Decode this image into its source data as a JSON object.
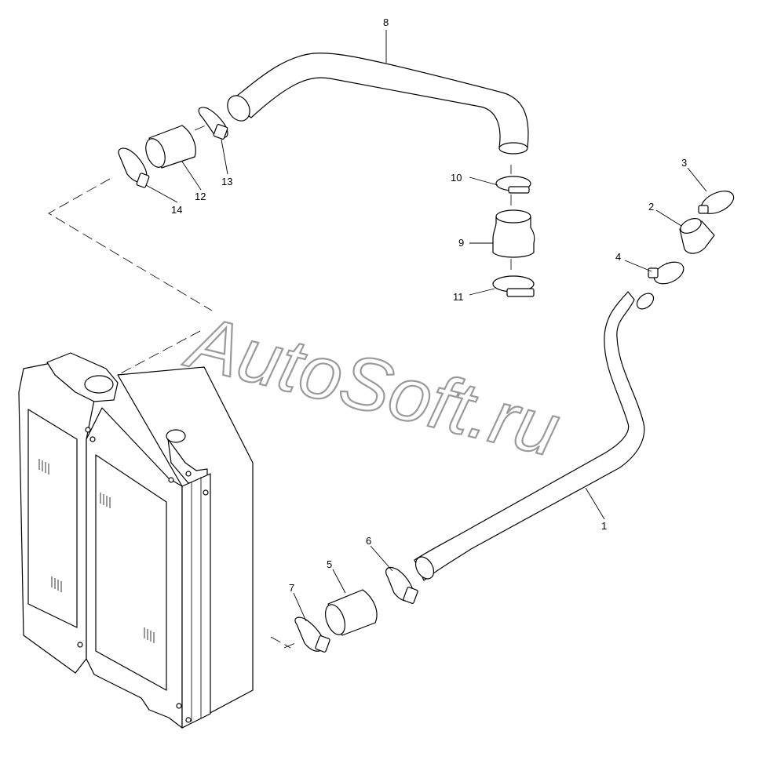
{
  "watermark": "AutoSoft.ru",
  "callouts": [
    {
      "id": "callout-1",
      "text": "1"
    },
    {
      "id": "callout-2",
      "text": "2"
    },
    {
      "id": "callout-3",
      "text": "3"
    },
    {
      "id": "callout-4",
      "text": "4"
    },
    {
      "id": "callout-5",
      "text": "5"
    },
    {
      "id": "callout-6",
      "text": "6"
    },
    {
      "id": "callout-7",
      "text": "7"
    },
    {
      "id": "callout-8",
      "text": "8"
    },
    {
      "id": "callout-9",
      "text": "9"
    },
    {
      "id": "callout-10",
      "text": "10"
    },
    {
      "id": "callout-11",
      "text": "11"
    },
    {
      "id": "callout-12",
      "text": "12"
    },
    {
      "id": "callout-13",
      "text": "13"
    },
    {
      "id": "callout-14",
      "text": "14"
    }
  ]
}
